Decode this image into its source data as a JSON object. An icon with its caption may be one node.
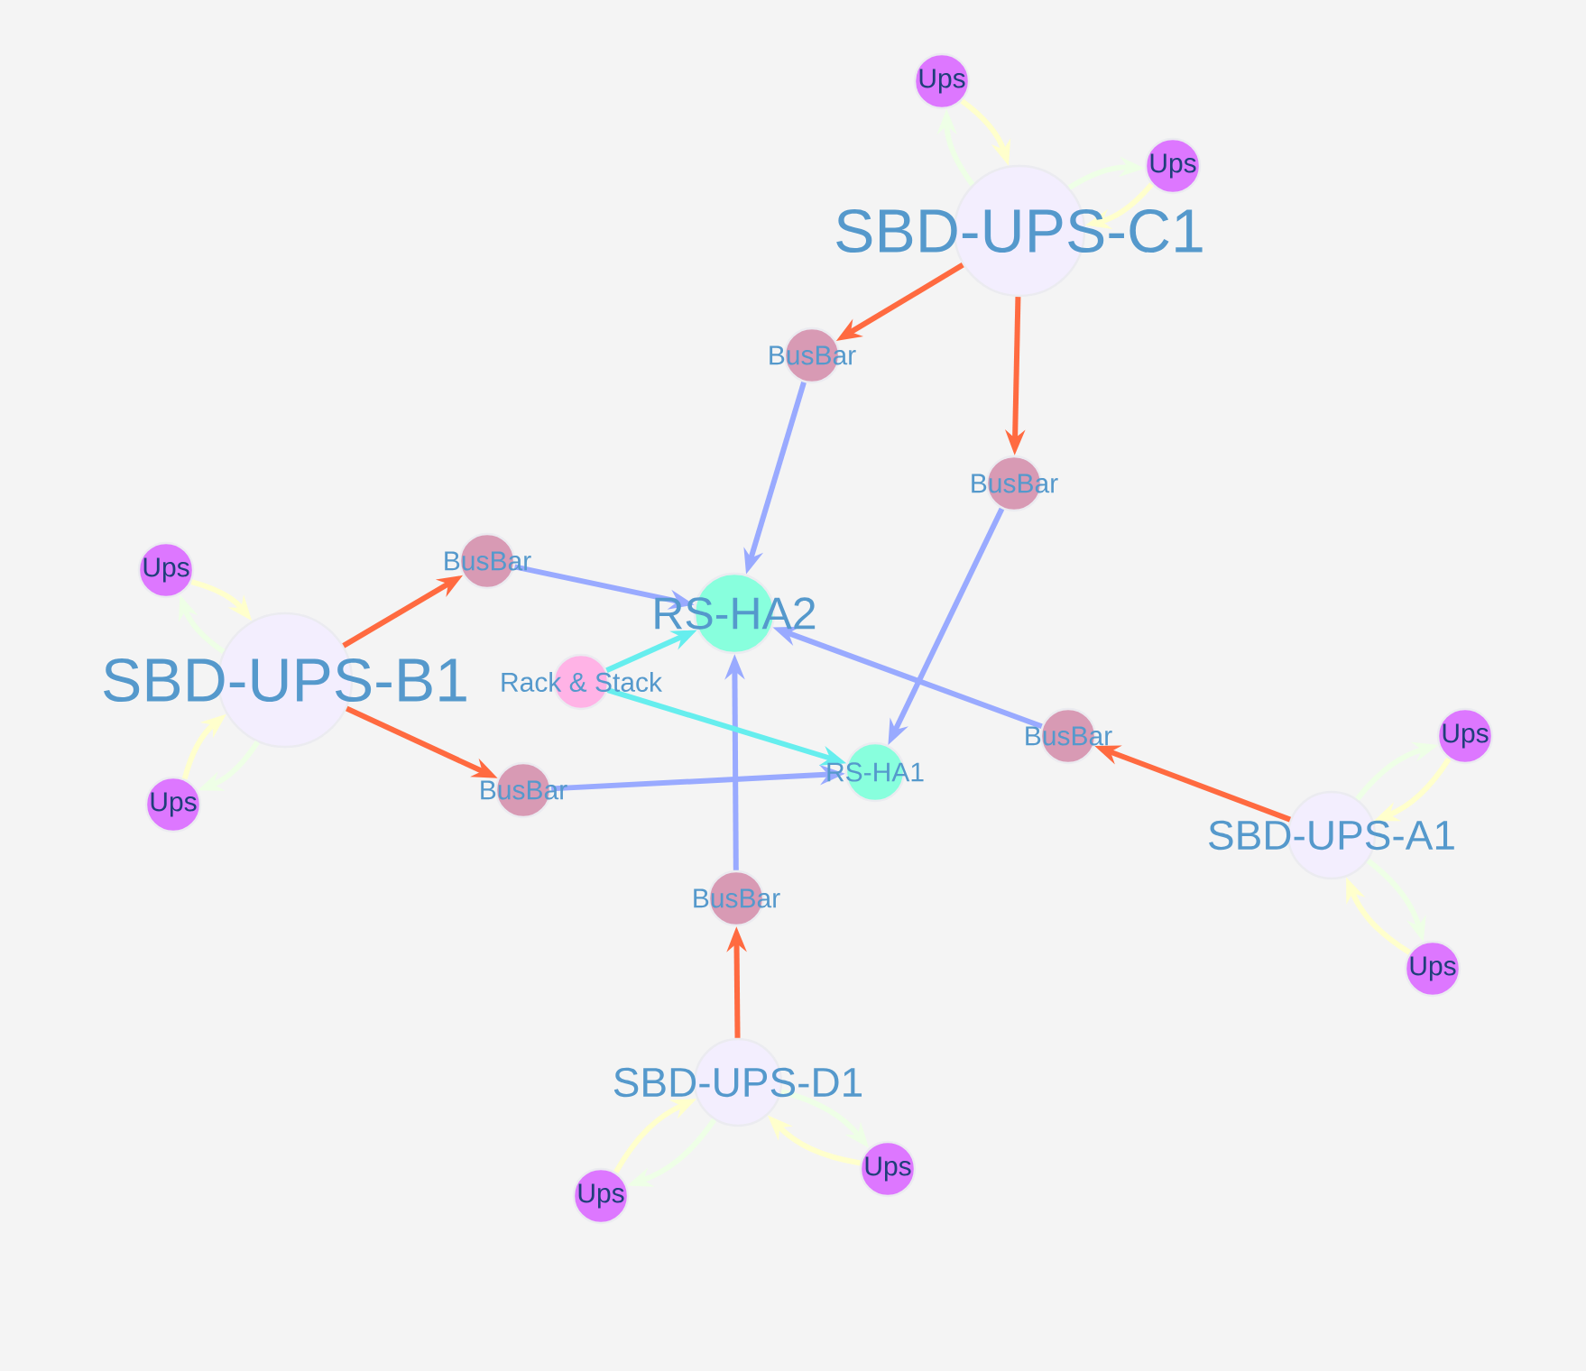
{
  "diagram": {
    "nodes": [
      {
        "text": [
          "SBD-UPS-C1"
        ]
      },
      {
        "text": [
          "Ups"
        ]
      },
      {
        "text": [
          "Ups"
        ]
      },
      {
        "text": [
          "BusBar"
        ]
      },
      {
        "text": [
          "BusBar"
        ]
      },
      {
        "text": [
          "SBD-UPS-B1"
        ]
      },
      {
        "text": [
          "Ups"
        ]
      },
      {
        "text": [
          "Ups"
        ]
      },
      {
        "text": [
          "BusBar"
        ]
      },
      {
        "text": [
          "BusBar"
        ]
      },
      {
        "text": [
          "RS-HA2"
        ]
      },
      {
        "text": [
          "Rack & Stack"
        ]
      },
      {
        "text": [
          "RS-HA1"
        ]
      },
      {
        "text": [
          "BusBar"
        ]
      },
      {
        "text": [
          "SBD-UPS-A1"
        ]
      },
      {
        "text": [
          "Ups"
        ]
      },
      {
        "text": [
          "Ups"
        ]
      },
      {
        "text": [
          "BusBar"
        ]
      },
      {
        "text": [
          "SBD-UPS-D1"
        ]
      },
      {
        "text": [
          "Ups"
        ]
      },
      {
        "text": [
          "Ups"
        ]
      }
    ],
    "edges": [
      {
        "from": 0,
        "to": 3,
        "arrow": "to",
        "color": "#ff6a40"
      },
      {
        "from": 0,
        "to": 4,
        "arrow": "to",
        "color": "#ff6a40"
      },
      {
        "from": 5,
        "to": 8,
        "arrow": "to",
        "color": "#ff6a40"
      },
      {
        "from": 5,
        "to": 9,
        "arrow": "to",
        "color": "#ff6a40"
      },
      {
        "from": 14,
        "to": 13,
        "arrow": "to",
        "color": "#ff6a40"
      },
      {
        "from": 18,
        "to": 17,
        "arrow": "to",
        "color": "#ff6a40"
      },
      {
        "from": 3,
        "to": 10,
        "arrow": "to",
        "color": "#99aaff"
      },
      {
        "from": 4,
        "to": 12,
        "arrow": "to",
        "color": "#99aaff"
      },
      {
        "from": 8,
        "to": 10,
        "arrow": "to",
        "color": "#99aaff"
      },
      {
        "from": 9,
        "to": 12,
        "arrow": "to",
        "color": "#99aaff"
      },
      {
        "from": 13,
        "to": 10,
        "arrow": "to",
        "color": "#99aaff"
      },
      {
        "from": 17,
        "to": 10,
        "arrow": "to",
        "color": "#99aaff"
      },
      {
        "from": 11,
        "to": 10,
        "arrow": "to",
        "color": "#66eeee"
      },
      {
        "from": 11,
        "to": 12,
        "arrow": "to",
        "color": "#66eeee"
      },
      {
        "from": 0,
        "to": 1,
        "arrow": "to",
        "color": "#eeffe6"
      },
      {
        "from": 1,
        "to": 0,
        "arrow": "to",
        "color": "#ffffcc"
      },
      {
        "from": 0,
        "to": 2,
        "arrow": "to",
        "color": "#eeffe6"
      },
      {
        "from": 2,
        "to": 0,
        "arrow": "to",
        "color": "#ffffcc"
      },
      {
        "from": 5,
        "to": 6,
        "arrow": "to",
        "color": "#eeffe6"
      },
      {
        "from": 6,
        "to": 5,
        "arrow": "to",
        "color": "#ffffcc"
      },
      {
        "from": 5,
        "to": 7,
        "arrow": "to",
        "color": "#eeffe6"
      },
      {
        "from": 7,
        "to": 5,
        "arrow": "to",
        "color": "#ffffcc"
      },
      {
        "from": 14,
        "to": 15,
        "arrow": "to",
        "color": "#eeffe6"
      },
      {
        "from": 15,
        "to": 14,
        "arrow": "to",
        "color": "#ffffcc"
      },
      {
        "from": 14,
        "to": 16,
        "arrow": "to",
        "color": "#eeffe6"
      },
      {
        "from": 16,
        "to": 14,
        "arrow": "to",
        "color": "#ffffcc"
      },
      {
        "from": 18,
        "to": 19,
        "arrow": "to",
        "color": "#eeffe6"
      },
      {
        "from": 19,
        "to": 18,
        "arrow": "to",
        "color": "#ffffcc"
      },
      {
        "from": 18,
        "to": 20,
        "arrow": "to",
        "color": "#eeffe6"
      },
      {
        "from": 20,
        "to": 18,
        "arrow": "to",
        "color": "#ffffcc"
      }
    ]
  }
}
